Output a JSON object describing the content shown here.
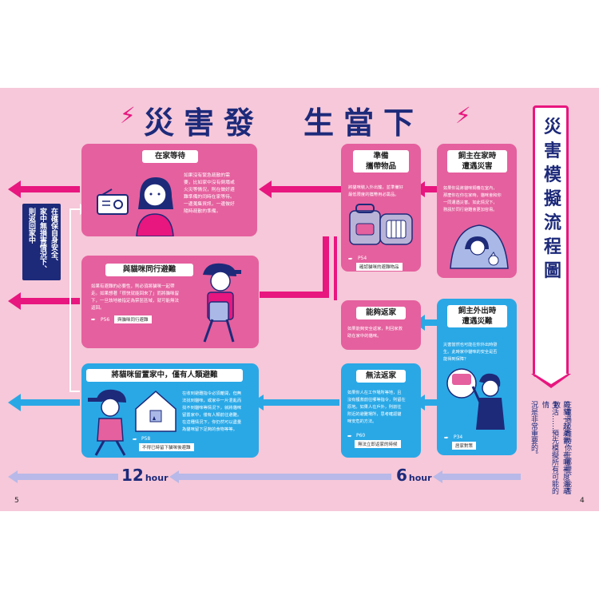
{
  "title": "災害發　生當下",
  "side_title": "災害模擬流程圖",
  "side_text": [
    "在遭遇災難時你在哪裡、能否",
    "與貓一起疏散、在哪裡度過疏散",
    "生活……預先模擬所有可能的情",
    "況是非常重要的。"
  ],
  "left_vertical_note": [
    "在確保自身安全、",
    "家中無損害情況下、",
    "則返回家中"
  ],
  "boxes": {
    "stay_home": {
      "title": "在家等待",
      "text": [
        "如果沒有緊急疏散的需",
        "要，比如家中沒有倒塌或",
        "火災等情況，則在做好避",
        "難準備的同時在家等待。",
        "一邊蒐集資訊，一邊做好",
        "隨時疏散的準備。"
      ]
    },
    "prepare": {
      "title_1": "準備",
      "title_2": "攜帶物品",
      "text": [
        "將貓咪裝入外出籠，並準備好",
        "最低限度的攜帶用必需品。"
      ],
      "ref_page": "P54",
      "ref_text": "確認貓咪的避難物品"
    },
    "owner_home": {
      "title_1": "飼主在家時",
      "title_2": "遭遇災害",
      "text": [
        "如果你是將貓咪飼養在室內，",
        "那麼你在你在家時，貓咪會和你",
        "一同遭遇災害。如此情況下，",
        "務請於同行避難會更加容易。"
      ]
    },
    "evacuate_with_cat": {
      "title": "與貓咪同行避難",
      "text": [
        "如果有避難的必要性，則必須將貓咪一起帶",
        "走。如果想著「很快就能回來了」而將貓咪留",
        "下，一旦該地被指定為禁區區域，就可能無法",
        "返回。"
      ],
      "ref_page": "P56",
      "ref_text": "與貓咪同行避難"
    },
    "can_return": {
      "title": "能夠返家",
      "text": [
        "如果能夠安全返家，則回家救",
        "助在家中的貓咪。"
      ]
    },
    "owner_out": {
      "title_1": "飼主外出時",
      "title_2": "遭遇災難",
      "text": [
        "災害當然也可能在你外出時發",
        "生。此時家中貓咪的安全是否",
        "能得到保障？"
      ],
      "ref_page": "P34",
      "ref_text": "居家對策"
    },
    "leave_cat": {
      "title": "將貓咪留置家中，僅有人類避難",
      "text": [
        "在收到避難指令必須離開，但無",
        "法找到貓咪，或家中一片混亂而",
        "找不到貓咪等情況下，就將貓咪",
        "留置家中，僅有人類前往避難。",
        "在這種情況下，你仍然可以盡量",
        "為貓咪留下足夠的食物等等。"
      ],
      "ref_page": "P58",
      "ref_text": "不得已時留下貓咪後避難"
    },
    "cannot_return": {
      "title": "無法返家",
      "text": [
        "如果你人在工作場所等地，且",
        "沒有獲救前往哪等指令，則留在",
        "原地。如果人在戶外，則前往",
        "附近的避難場所，思考確認貓",
        "咪安危的方法。"
      ],
      "ref_page": "P60",
      "ref_text": "無法立即返家的時候"
    }
  },
  "timeline": {
    "hour_12": "12",
    "hour_6": "6",
    "unit": "hour"
  },
  "page_numbers": {
    "left": "5",
    "right": "4"
  },
  "colors": {
    "pink": "#e5609e",
    "magenta": "#e8167f",
    "blue": "#2aa8e6",
    "navy": "#1d2a7a",
    "background": "#f6c8d9"
  }
}
